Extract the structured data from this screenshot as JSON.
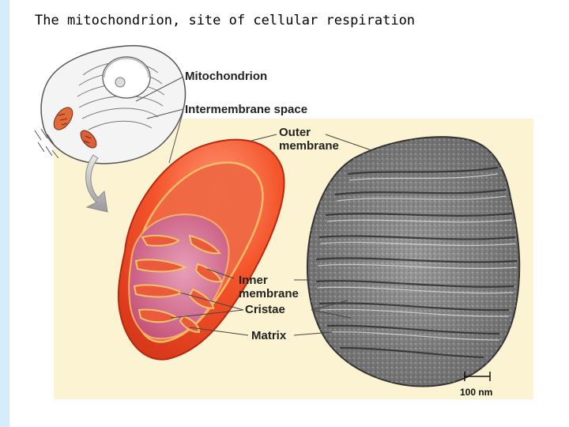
{
  "slide": {
    "title": "The mitochondrion, site of cellular respiration"
  },
  "figure": {
    "labels": {
      "mitochondrion": "Mitochondrion",
      "intermembrane_space": "Intermembrane space",
      "outer_membrane_line1": "Outer",
      "outer_membrane_line2": "membrane",
      "inner_membrane_line1": "Inner",
      "inner_membrane_line2": "membrane",
      "cristae": "Cristae",
      "matrix": "Matrix"
    },
    "scale_bar": "100 nm",
    "colors": {
      "outer_membrane": "#f04a1e",
      "inner_fold": "#e94b35",
      "matrix_fill": "#c8507a",
      "micrograph": "#777777",
      "panel_background": "#fbf3d2",
      "left_bar": "#d6ecfb"
    }
  }
}
